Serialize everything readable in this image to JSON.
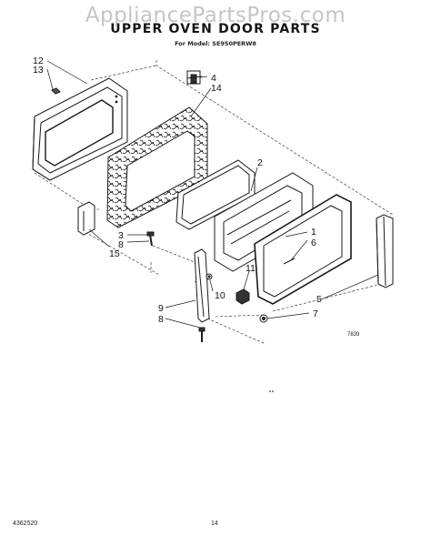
{
  "watermark": "AppliancePartsPros.com",
  "title": "UPPER OVEN DOOR PARTS",
  "subtitle": "For Model: SE950PERW8",
  "callouts": {
    "c12": "12",
    "c13": "13",
    "c4": "4",
    "c14": "14",
    "c2": "2",
    "c3": "3",
    "c8a": "8",
    "c15": "15",
    "c1": "1",
    "c6": "6",
    "c11": "11",
    "c10": "10",
    "c9": "9",
    "c8b": "8",
    "c5": "5",
    "c7": "7"
  },
  "figure_code": "7839",
  "footer": {
    "part_number": "4362520",
    "page_number": "14"
  }
}
